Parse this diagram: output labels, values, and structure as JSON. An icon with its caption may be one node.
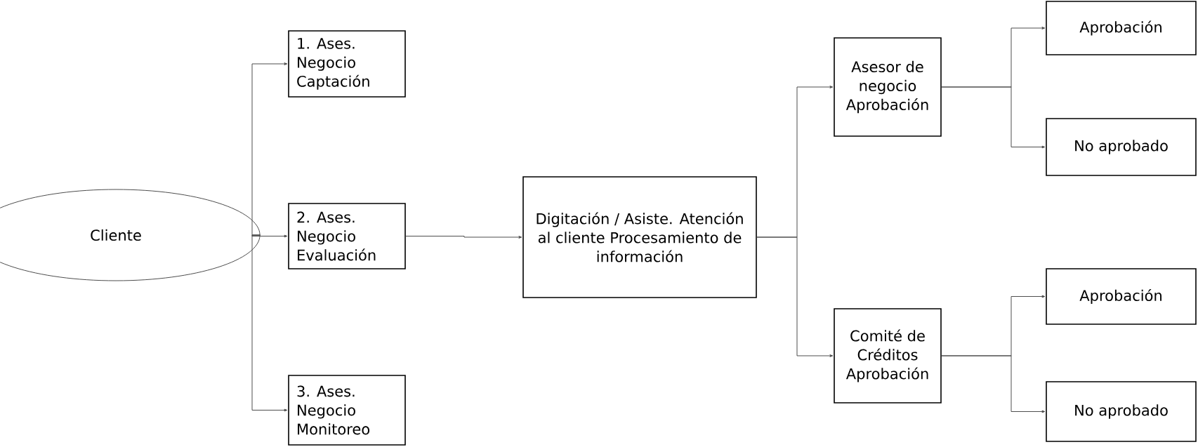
{
  "diagram": {
    "nodes": [
      {
        "text": [
          "Cliente"
        ]
      },
      {
        "text": [
          "1. Ases. Negocio Captación"
        ]
      },
      {
        "text": [
          "2. Ases. Negocio Evaluación"
        ]
      },
      {
        "text": [
          "3. Ases. Negocio Monitoreo"
        ]
      },
      {
        "text": [
          "Digitación / Asiste. Atención al cliente Procesamiento de información"
        ]
      },
      {
        "text": [
          "Asesor de negocio Aprobación"
        ]
      },
      {
        "text": [
          "Comité de Créditos Aprobación"
        ]
      },
      {
        "text": [
          "Aprobación"
        ]
      },
      {
        "text": [
          "No aprobado"
        ]
      },
      {
        "text": [
          "Aprobación"
        ]
      },
      {
        "text": [
          "No aprobado"
        ]
      }
    ],
    "edges": [
      {
        "from": 0,
        "to": 1,
        "arrow": "to"
      },
      {
        "from": 0,
        "to": 2,
        "arrow": "to"
      },
      {
        "from": 0,
        "to": 3,
        "arrow": "to"
      },
      {
        "from": 2,
        "to": 4,
        "arrow": "to"
      },
      {
        "from": 4,
        "to": 5,
        "arrow": "to"
      },
      {
        "from": 4,
        "to": 6,
        "arrow": "to"
      },
      {
        "from": 5,
        "to": 7,
        "arrow": "to"
      },
      {
        "from": 5,
        "to": 8,
        "arrow": "to"
      },
      {
        "from": 6,
        "to": 9,
        "arrow": "to"
      },
      {
        "from": 6,
        "to": 10,
        "arrow": "to"
      }
    ]
  }
}
